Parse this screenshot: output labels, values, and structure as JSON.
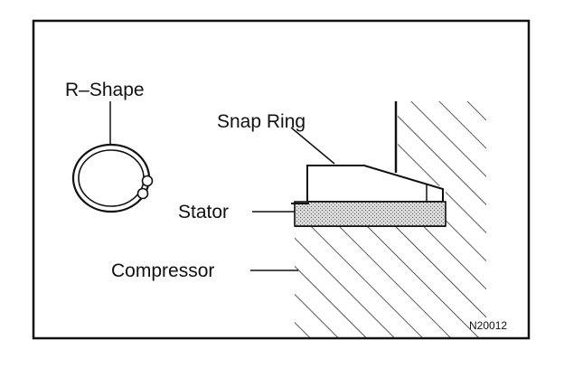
{
  "diagram": {
    "labels": {
      "r_shape": "R–Shape",
      "snap_ring": "Snap Ring",
      "stator": "Stator",
      "compressor": "Compressor"
    },
    "figure_code": "N20012"
  }
}
